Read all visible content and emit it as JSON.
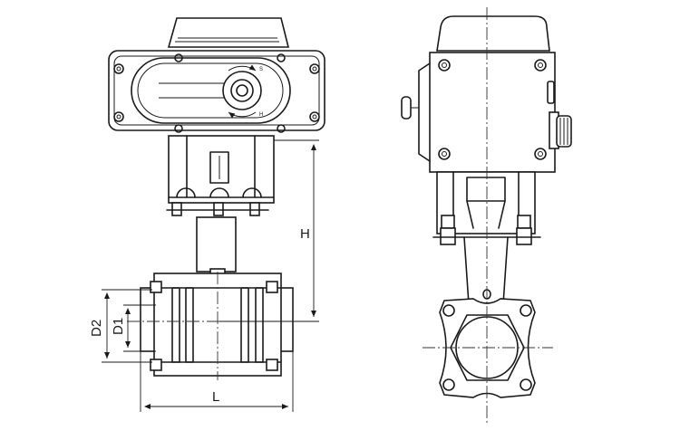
{
  "labels": {
    "height": "H",
    "diameter_2": "D2",
    "diameter_1": "D1",
    "length": "L"
  },
  "rotation_marks": {
    "top": "S",
    "bottom": "H"
  }
}
